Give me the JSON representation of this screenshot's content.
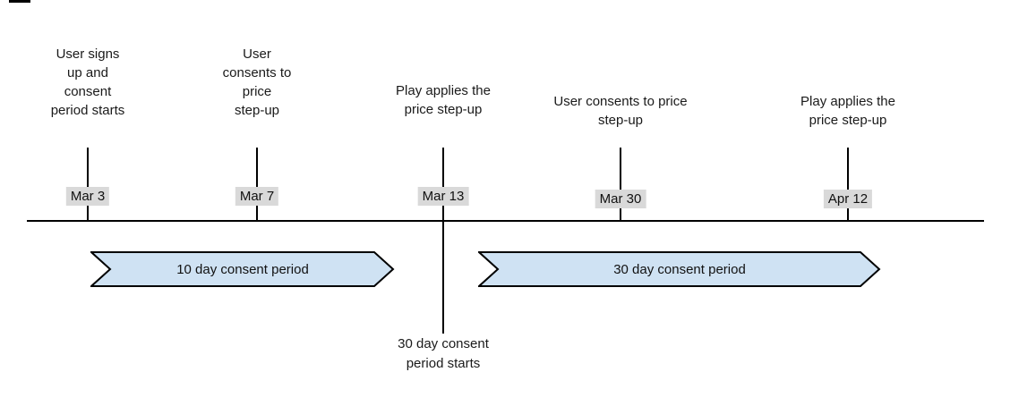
{
  "diagram": {
    "type": "timeline",
    "events": [
      {
        "label": "User signs\nup and\nconsent\nperiod starts",
        "date": "Mar 3"
      },
      {
        "label": "User\nconsents to\nprice\nstep-up",
        "date": "Mar 7"
      },
      {
        "label": "Play applies the\nprice step-up",
        "date": "Mar 13"
      },
      {
        "label": "User consents to price\nstep-up",
        "date": "Mar 30"
      },
      {
        "label": "Play applies the\nprice step-up",
        "date": "Apr 12"
      }
    ],
    "periods": [
      {
        "label": "10 day consent period"
      },
      {
        "label": "30 day consent period"
      }
    ],
    "below_note": "30 day consent\nperiod starts"
  },
  "colors": {
    "banner_fill": "#cfe2f3",
    "banner_stroke": "#000000",
    "badge_bg": "#d9d9d9",
    "line": "#000000"
  }
}
